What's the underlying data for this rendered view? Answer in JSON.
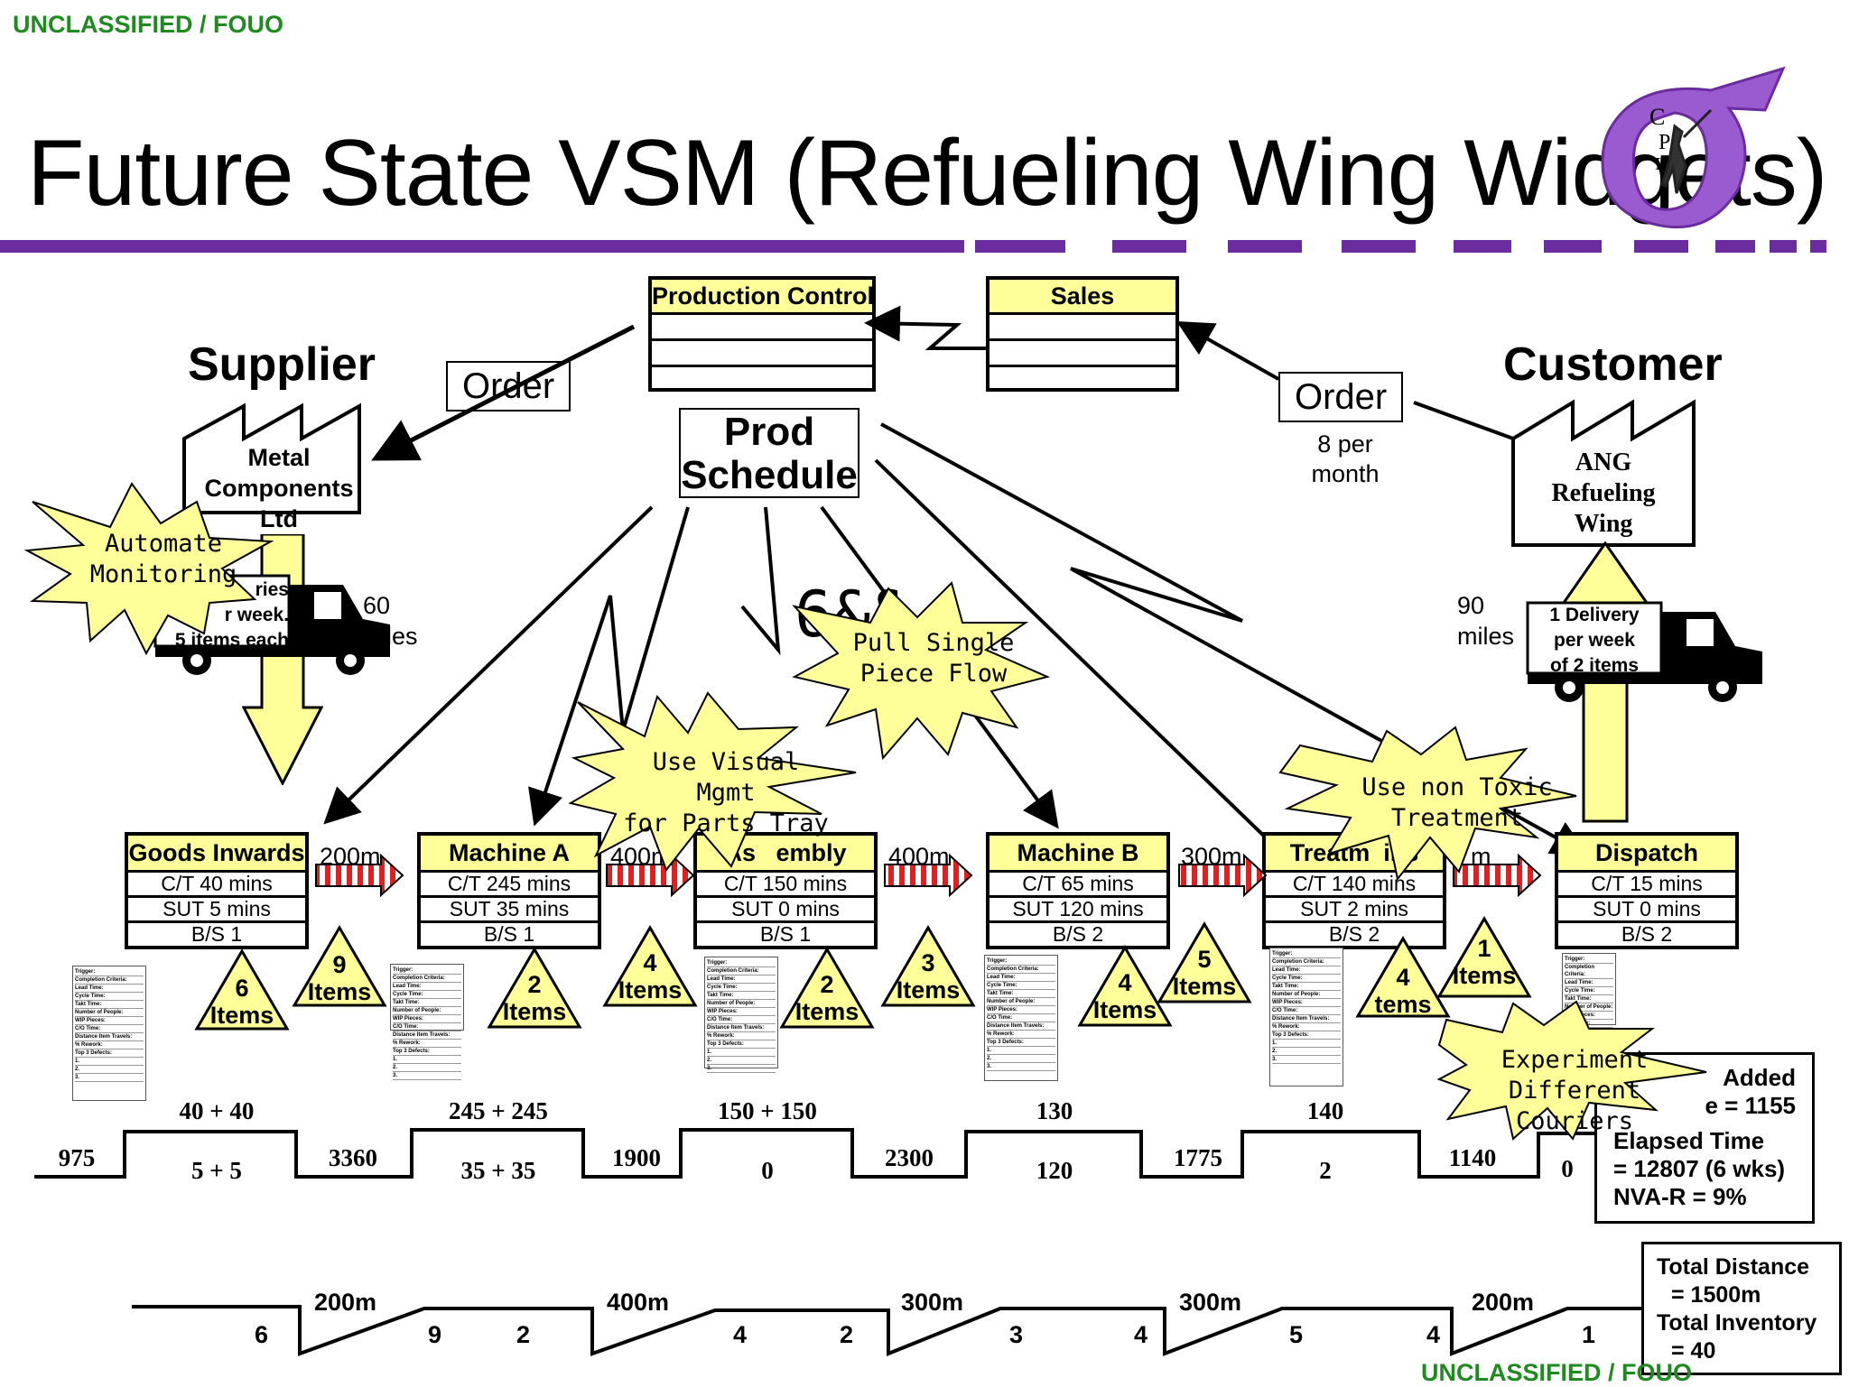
{
  "classification_top": "UNCLASSIFIED / FOUO",
  "classification_bottom": "UNCLASSIFIED / FOUO",
  "title": "Future State VSM (Refueling Wing Widgets)",
  "colors": {
    "accent_purple": "#6a2c9e",
    "process_header": "#ffff99",
    "classification_green": "#1f8a1f",
    "kaizen_burst": "#ffff99",
    "push_arrow_red": "#e02020"
  },
  "production_control": "Production Control",
  "sales": "Sales",
  "prod_schedule": [
    "Prod",
    "Schedule"
  ],
  "supplier": {
    "label": "Supplier",
    "name": [
      "Metal",
      "Components",
      "Ltd"
    ],
    "order": "Order",
    "delivery": [
      "ries",
      "r week.",
      "5 items each"
    ],
    "distance": [
      "60",
      "iles"
    ]
  },
  "customer": {
    "label": "Customer",
    "name": [
      "ANG",
      "Refueling",
      "Wing"
    ],
    "order": "Order",
    "frequency": [
      "8 per",
      "month"
    ],
    "delivery": [
      "1 Delivery",
      "per week",
      "of 2 items"
    ],
    "distance": [
      "90",
      "miles"
    ]
  },
  "processes": [
    {
      "name": "Goods Inwards",
      "ct": "C/T 40 mins",
      "sut": "SUT 5 mins",
      "bs": "B/S 1"
    },
    {
      "name": "Machine A",
      "ct": "C/T 245 mins",
      "sut": "SUT 35 mins",
      "bs": "B/S 1"
    },
    {
      "name": "As   embly",
      "ct": "C/T 150 mins",
      "sut": "SUT 0 mins",
      "bs": "B/S 1"
    },
    {
      "name": "Machine B",
      "ct": "C/T 65 mins",
      "sut": "SUT 120 mins",
      "bs": "B/S 2"
    },
    {
      "name": "Treatm  ins",
      "ct": "C/T 140 mins",
      "sut": "SUT 2 mins",
      "bs": "B/S 2"
    },
    {
      "name": "Dispatch",
      "ct": "C/T 15 mins",
      "sut": "SUT 0 mins",
      "bs": "B/S 2"
    }
  ],
  "push_distances": [
    "200m",
    "400m",
    "400m",
    "300m",
    "  m"
  ],
  "inventory": [
    {
      "n": "6",
      "t": "Items"
    },
    {
      "n": "9",
      "t": "Items"
    },
    {
      "n": "2",
      "t": "Items"
    },
    {
      "n": "4",
      "t": "Items"
    },
    {
      "n": "2",
      "t": "Items"
    },
    {
      "n": "3",
      "t": "Items"
    },
    {
      "n": "4",
      "t": "Items"
    },
    {
      "n": "5",
      "t": "Items"
    },
    {
      "n": "4",
      "t": "tems"
    },
    {
      "n": "1",
      "t": "Items"
    }
  ],
  "sheet_lines": [
    "Trigger:",
    "Completion Criteria:",
    "Lead Time:",
    "Cycle Time:",
    "Takt Time:",
    "Number of People:",
    "WIP Pieces:",
    "C/O Time:",
    "Distance Item Travels:",
    "% Rework:",
    "Top 3 Defects:",
    "1.",
    "2.",
    "3."
  ],
  "timeline": {
    "top": [
      "40 + 40",
      "245 + 245",
      "150 + 150",
      "130",
      "140"
    ],
    "bottom": [
      "5 + 5",
      "35 + 35",
      "0",
      "120",
      "2"
    ],
    "waits": [
      "975",
      "3360",
      "1900",
      "2300",
      "1775",
      "1140",
      "0"
    ]
  },
  "summary": {
    "line1": "  Added",
    "line2": "e = 1155",
    "line3": "Elapsed Time",
    "line4": "= 12807 (6 wks)",
    "line5": "NVA-R = 9%"
  },
  "distance_line": {
    "segments": [
      "200m",
      "400m",
      "300m",
      "300m",
      "200m"
    ],
    "counts": [
      "6",
      "9",
      "2",
      "4",
      "2",
      "3",
      "4",
      "5",
      "4",
      "1"
    ]
  },
  "totals": {
    "line1": "Total Distance",
    "line2": "= 1500m",
    "line3": "Total Inventory",
    "line4": "= 40"
  },
  "bursts": [
    {
      "lines": [
        "Automate",
        "Monitoring"
      ]
    },
    {
      "lines": [
        "Pull Single",
        "Piece Flow"
      ]
    },
    {
      "lines": [
        "Use Visual Mgmt",
        "for Parts Tray"
      ]
    },
    {
      "lines": [
        "Use non Toxic",
        "Treatment"
      ]
    },
    {
      "lines": [
        "Experiment",
        "Different Couriers"
      ]
    }
  ]
}
